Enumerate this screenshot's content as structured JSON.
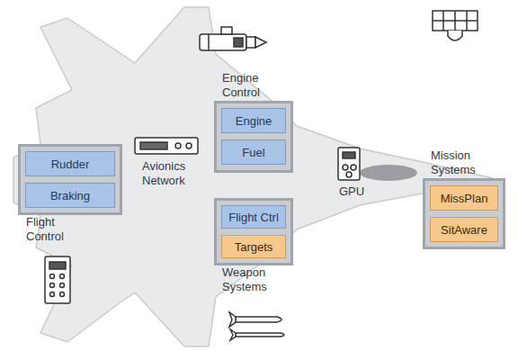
{
  "diagram": {
    "nodes": [
      {
        "text": [
          "Flight Control"
        ]
      },
      {
        "text": [
          "Rudder"
        ],
        "in": 0
      },
      {
        "text": [
          "Braking"
        ],
        "in": 0
      },
      {
        "text": [
          "Engine Control"
        ]
      },
      {
        "text": [
          "Engine"
        ],
        "in": 3
      },
      {
        "text": [
          "Fuel"
        ],
        "in": 3
      },
      {
        "text": [
          "Weapon Systems"
        ]
      },
      {
        "text": [
          "Flight Ctrl"
        ],
        "in": 6
      },
      {
        "text": [
          "Targets"
        ],
        "in": 6
      },
      {
        "text": [
          "Mission Systems"
        ]
      },
      {
        "text": [
          "MissPlan"
        ],
        "in": 9
      },
      {
        "text": [
          "SitAware"
        ],
        "in": 9
      }
    ],
    "labels": [
      "Avionics Network",
      "GPU"
    ]
  }
}
